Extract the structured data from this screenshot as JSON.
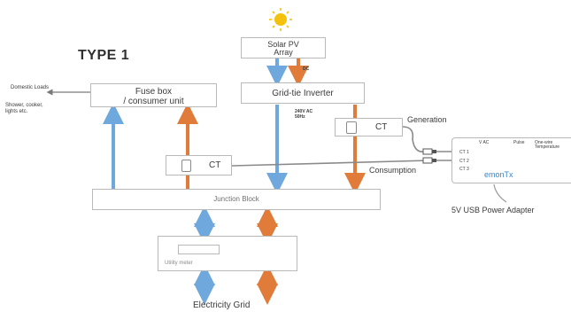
{
  "title": "TYPE 1",
  "solar_box": {
    "line1": "Solar PV",
    "line2": "Array"
  },
  "dc_label": "DC",
  "inverter_box": "Grid-tie Inverter",
  "ac_label": {
    "line1": "240V AC",
    "line2": "50Hz"
  },
  "fuse_box": {
    "line1": "Fuse box",
    "line2": "/ consumer unit"
  },
  "domestic_loads": "Domestic Loads",
  "loads_detail": {
    "line1": "Shower, cooker,",
    "line2": "lights etc."
  },
  "ct_generation": {
    "label": "CT",
    "caption": "Generation"
  },
  "ct_consumption": {
    "label": "CT",
    "caption": "Consumption"
  },
  "junction_block": "Junction Block",
  "utility_meter": "Utility meter",
  "grid_label": "Electricity Grid",
  "emontx": {
    "name": "emonTx",
    "ports": [
      "CT 1",
      "CT 2",
      "CT 3"
    ],
    "top_labels": [
      "V AC",
      "Pulse",
      "One-wire Temperature"
    ]
  },
  "usb_adapter": "5V USB Power Adapter",
  "colors": {
    "import_arrow": "#6fa8dc",
    "export_arrow": "#e07b39",
    "box_border": "#b9b9b9",
    "sun": "#f4c20d",
    "emontx_text": "#3d85c6"
  }
}
